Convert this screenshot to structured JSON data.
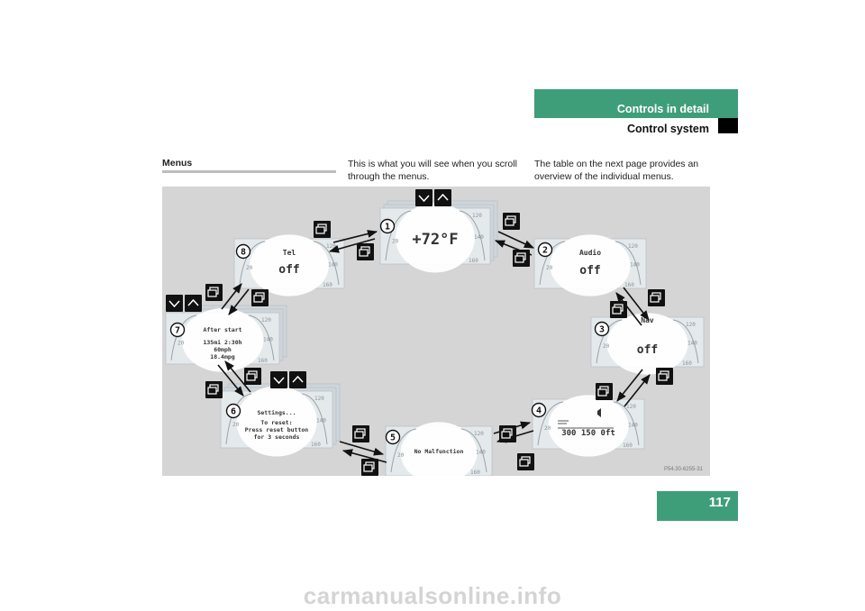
{
  "header": {
    "section": "Controls in detail",
    "subsection": "Control system"
  },
  "page_number": "117",
  "intro": {
    "heading": "Menus",
    "col2": "This is what you will see when you scroll through the menus.",
    "col3": "The table on the next page provides an overview of the individual menus."
  },
  "diagram": {
    "code": "P54.30-6255-31",
    "screens": [
      {
        "number": "1",
        "lines": [
          "+72°F"
        ]
      },
      {
        "number": "2",
        "lines": [
          "Audio",
          "off"
        ]
      },
      {
        "number": "3",
        "lines": [
          "Nav",
          "off"
        ]
      },
      {
        "number": "4",
        "lines": [
          "300  150  0ft"
        ]
      },
      {
        "number": "5",
        "lines": [
          "No Malfunction"
        ]
      },
      {
        "number": "6",
        "lines": [
          "Settings...",
          "To reset:",
          "Press reset button",
          "for 3 seconds"
        ]
      },
      {
        "number": "7",
        "lines": [
          "After start",
          "135mi  2:30h",
          "60mph",
          "18.4mpg"
        ]
      },
      {
        "number": "8",
        "lines": [
          "Tel",
          "off"
        ]
      }
    ],
    "gauge_ticks": [
      "20",
      "120",
      "140",
      "160"
    ]
  },
  "watermark": "carmanualsonline.info"
}
